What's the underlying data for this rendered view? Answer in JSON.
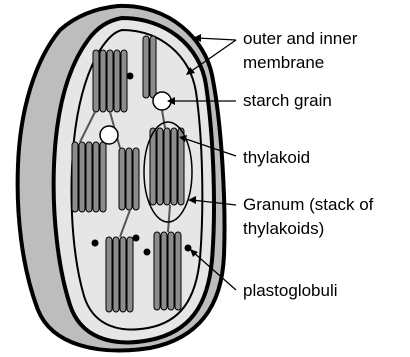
{
  "labels": {
    "membrane_line1": "outer and inner",
    "membrane_line2": "membrane",
    "starch": "starch grain",
    "thylakoid": "thylakoid",
    "granum_line1": "Granum (stack of",
    "granum_line2": "thylakoids)",
    "plastoglobuli": "plastoglobuli"
  },
  "colors": {
    "outer_envelope": "#bdbdbd",
    "stroma": "#e6e6e6",
    "thylakoid": "#8c8c8c",
    "outline": "#000000",
    "starch_grain": "#ffffff"
  }
}
